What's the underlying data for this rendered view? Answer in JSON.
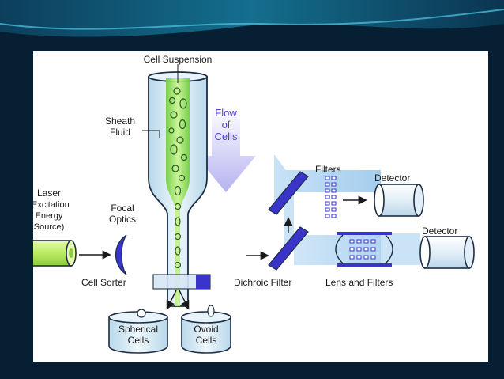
{
  "labels": {
    "cell_suspension": "Cell Suspension",
    "sheath_line1": "Sheath",
    "sheath_line2": "Fluid",
    "flow_line1": "Flow",
    "flow_line2": "of",
    "flow_line3": "Cells",
    "laser_line1": "Laser",
    "laser_line2": "(Excitation",
    "laser_line3": "Energy",
    "laser_line4": "Source)",
    "focal_line1": "Focal",
    "focal_line2": "Optics",
    "cell_sorter": "Cell Sorter",
    "spherical_line1": "Spherical",
    "spherical_line2": "Cells",
    "ovoid_line1": "Ovoid",
    "ovoid_line2": "Cells",
    "filters": "Filters",
    "detector_top": "Detector",
    "detector_bottom": "Detector",
    "dichroic_filter": "Dichroic Filter",
    "lens_and_filters": "Lens and Filters"
  },
  "colors": {
    "background": "#071f33",
    "panel": "#ffffff",
    "tube_fill": "#d9ecf6",
    "tube_stroke": "#1c2d44",
    "sample_stream": "#9ee25a",
    "laser_body": "#c9f27a",
    "beam": "#7fb8e6",
    "flow_arrow": "#b7b4f2",
    "sorter_band": "#3a35c8",
    "label_text": "#1a1a1a"
  }
}
